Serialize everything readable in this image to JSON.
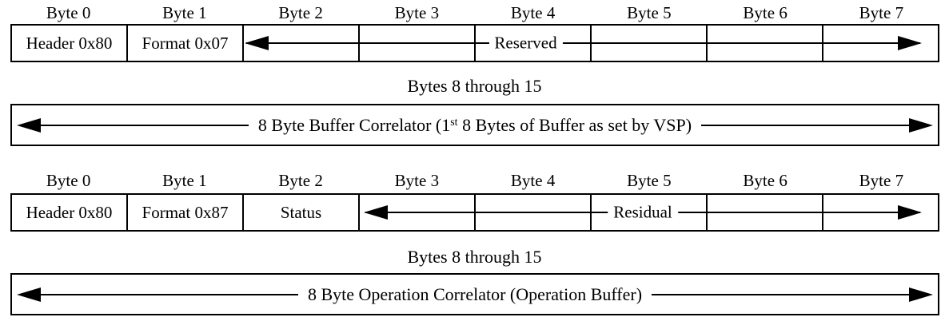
{
  "colors": {
    "background": "#ffffff",
    "ink": "#000000"
  },
  "table_a": {
    "byte_headers": [
      "Byte 0",
      "Byte 1",
      "Byte 2",
      "Byte 3",
      "Byte 4",
      "Byte 5",
      "Byte 6",
      "Byte 7"
    ],
    "header_cell": "Header 0x80",
    "format_cell": "Format 0x07",
    "reserved_label": "Reserved",
    "arrow_span_note": "double-headed arrow spanning Byte 2 through Byte 7"
  },
  "buffer_correlator": {
    "title": "Bytes 8 through 15",
    "label_pre_sup": "8 Byte Buffer Correlator (1",
    "label_sup": "st",
    "label_post_sup": " 8 Bytes of Buffer as set by VSP)"
  },
  "table_b": {
    "byte_headers": [
      "Byte 0",
      "Byte 1",
      "Byte 2",
      "Byte 3",
      "Byte 4",
      "Byte 5",
      "Byte 6",
      "Byte 7"
    ],
    "header_cell": "Header 0x80",
    "format_cell": "Format 0x87",
    "status_cell": "Status",
    "residual_label": "Residual",
    "arrow_span_note": "double-headed arrow spanning Byte 3 through Byte 7"
  },
  "operation_correlator": {
    "title": "Bytes 8 through 15",
    "label": "8 Byte Operation Correlator (Operation Buffer)"
  }
}
